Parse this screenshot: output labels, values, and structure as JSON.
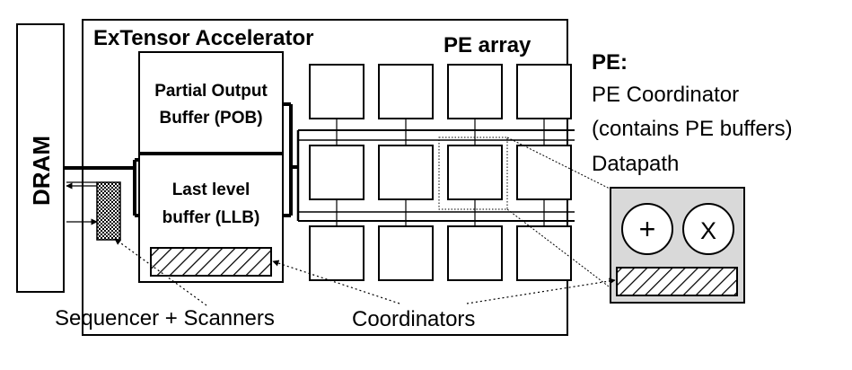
{
  "labels": {
    "dram": "DRAM",
    "accelerator_title": "ExTensor Accelerator",
    "pe_array_title": "PE array",
    "pob_line1": "Partial Output",
    "pob_line2": "Buffer (POB)",
    "llb_line1": "Last level",
    "llb_line2": "buffer (LLB)",
    "sequencer": "Sequencer + Scanners",
    "coordinators": "Coordinators",
    "pe_heading": "PE:",
    "pe_line1": "PE Coordinator",
    "pe_line2": "(contains PE buffers)",
    "pe_line3": "Datapath",
    "plus_symbol": "+",
    "times_symbol": "X"
  },
  "colors": {
    "stroke": "#000000",
    "pe_detail_fill": "#d9d9d9",
    "background": "#ffffff"
  },
  "pe_array": {
    "rows": 3,
    "cols": 4,
    "highlight": {
      "row": 1,
      "col": 2
    }
  }
}
